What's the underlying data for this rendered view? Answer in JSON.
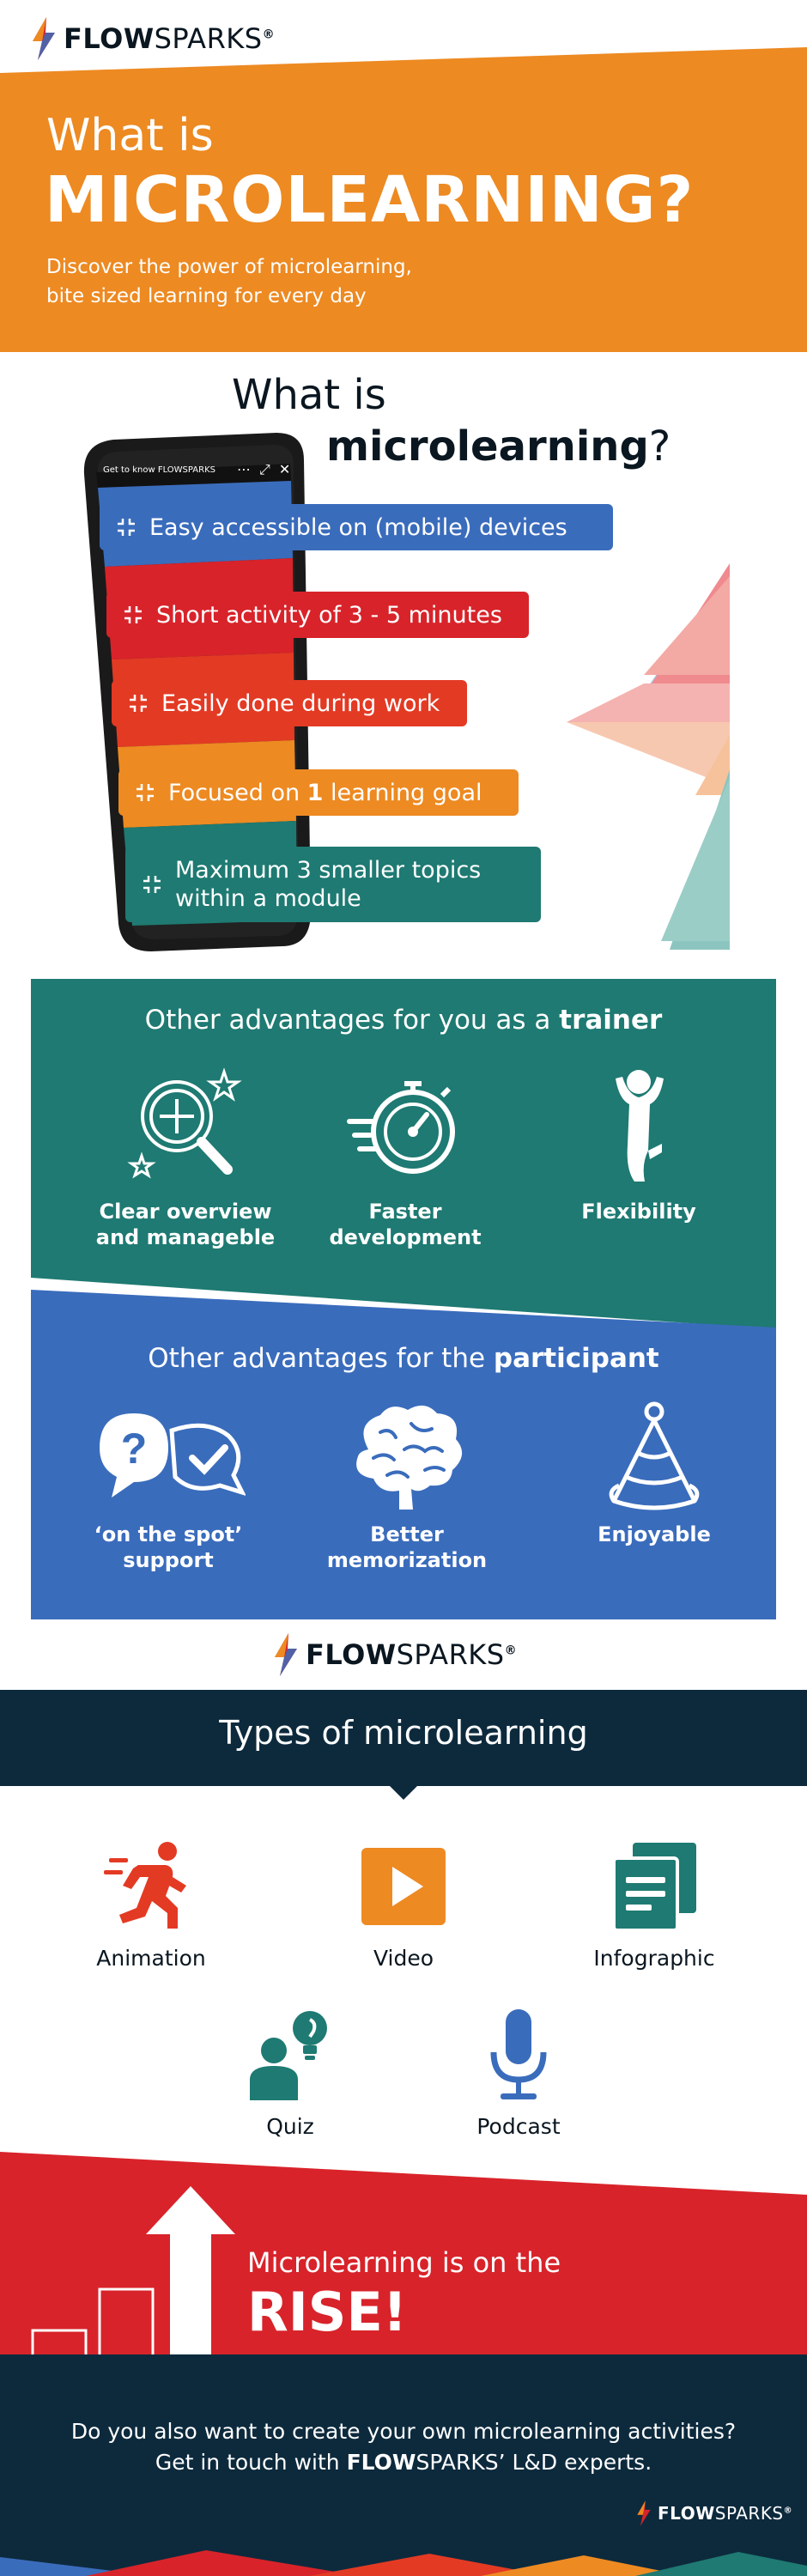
{
  "brand": {
    "name_bold": "FLOW",
    "name_light": "SPARKS",
    "reg": "®",
    "colors": {
      "orange": "#ed8a22",
      "red": "#d8232a",
      "blue": "#3a6cbc",
      "teal": "#1e7a72",
      "navy": "#0d2a3d",
      "dark_red": "#c91f28"
    }
  },
  "hero": {
    "title_line1": "What is",
    "title_line2": "MICROLEARNING?",
    "subtitle_line1": "Discover the power of microlearning,",
    "subtitle_line2": "bite sized learning for every day"
  },
  "what_is": {
    "title_line1": "What is",
    "title_bold": "microlearning",
    "title_suffix": "?",
    "phone_bar_text": "Get to know FLOWSPARKS",
    "features": [
      {
        "text": "Easy accessible on (mobile) devices",
        "color": "#3a6cbc"
      },
      {
        "text": "Short activity of 3 - 5 minutes",
        "color": "#d8232a"
      },
      {
        "text": "Easily done during work",
        "color": "#e33a24"
      },
      {
        "text_before": "Focused on ",
        "text_bold": "1",
        "text_after": " learning goal",
        "color": "#ed8a22"
      },
      {
        "line1": "Maximum 3 smaller topics",
        "line2": "within a  module",
        "color": "#1e7a72"
      }
    ]
  },
  "trainer": {
    "heading_prefix": "Other advantages for you as a ",
    "heading_bold": "trainer",
    "items": [
      {
        "icon": "magnifier-plus-icon",
        "line1": "Clear overview",
        "line2": "and manageble"
      },
      {
        "icon": "stopwatch-icon",
        "line1": "Faster",
        "line2": "development"
      },
      {
        "icon": "yoga-figure-icon",
        "line1": "Flexibility",
        "line2": ""
      }
    ]
  },
  "participant": {
    "heading_prefix": "Other advantages for the ",
    "heading_bold": "participant",
    "items": [
      {
        "icon": "question-check-bubbles-icon",
        "line1": "‘on the spot’",
        "line2": "support"
      },
      {
        "icon": "brain-icon",
        "line1": "Better",
        "line2": "memorization"
      },
      {
        "icon": "party-hat-icon",
        "line1": "Enjoyable",
        "line2": ""
      }
    ]
  },
  "types": {
    "title": "Types of microlearning",
    "items": [
      {
        "icon": "running-figure-icon",
        "label": "Animation"
      },
      {
        "icon": "play-icon",
        "label": "Video"
      },
      {
        "icon": "document-stack-icon",
        "label": "Infographic"
      },
      {
        "icon": "person-idea-icon",
        "label": "Quiz"
      },
      {
        "icon": "microphone-icon",
        "label": "Podcast"
      }
    ]
  },
  "rise": {
    "line1": "Microlearning is on the",
    "line2": "RISE!"
  },
  "footer": {
    "line1": "Do you also want to create your own microlearning activities?",
    "line2_prefix": "Get in touch with ",
    "line2_bold": "FLOW",
    "line2_suffix": "SPARKS’ L&D experts."
  }
}
